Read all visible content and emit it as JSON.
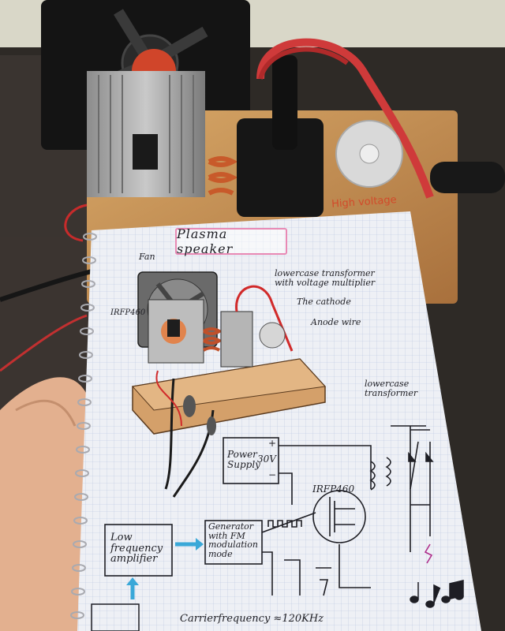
{
  "photo": {
    "sticker": "High voltage"
  },
  "notebook": {
    "title": "Plasma   speaker",
    "labels": {
      "fan": "Fan",
      "transformer_multiplier": "lowercase transformer\nwith voltage multiplier",
      "cathode": "The cathode",
      "anode": "Anode wire",
      "irfp_top": "IRFP460",
      "transformer_right": "lowercase\ntransformer",
      "power_supply": "Power\nSupply",
      "voltage": "30V",
      "irfp_schematic": "IRFP460",
      "lfa": "Low\nfrequency\namplifier",
      "generator": "Generator\nwith FM\nmodulation\nmode",
      "carrier": "Carrierfrequency ≈120KHz",
      "plus": "+",
      "minus": "−"
    },
    "colors": {
      "paper": "#eef0f5",
      "grid": "#b8c4e0",
      "ink": "#1e1e24",
      "title_border": "#e889b4",
      "arrow": "#3aa8d8",
      "wire_red": "#d12a2a",
      "wood": "#c8955a",
      "heatsink": "#a8a8a8"
    }
  }
}
